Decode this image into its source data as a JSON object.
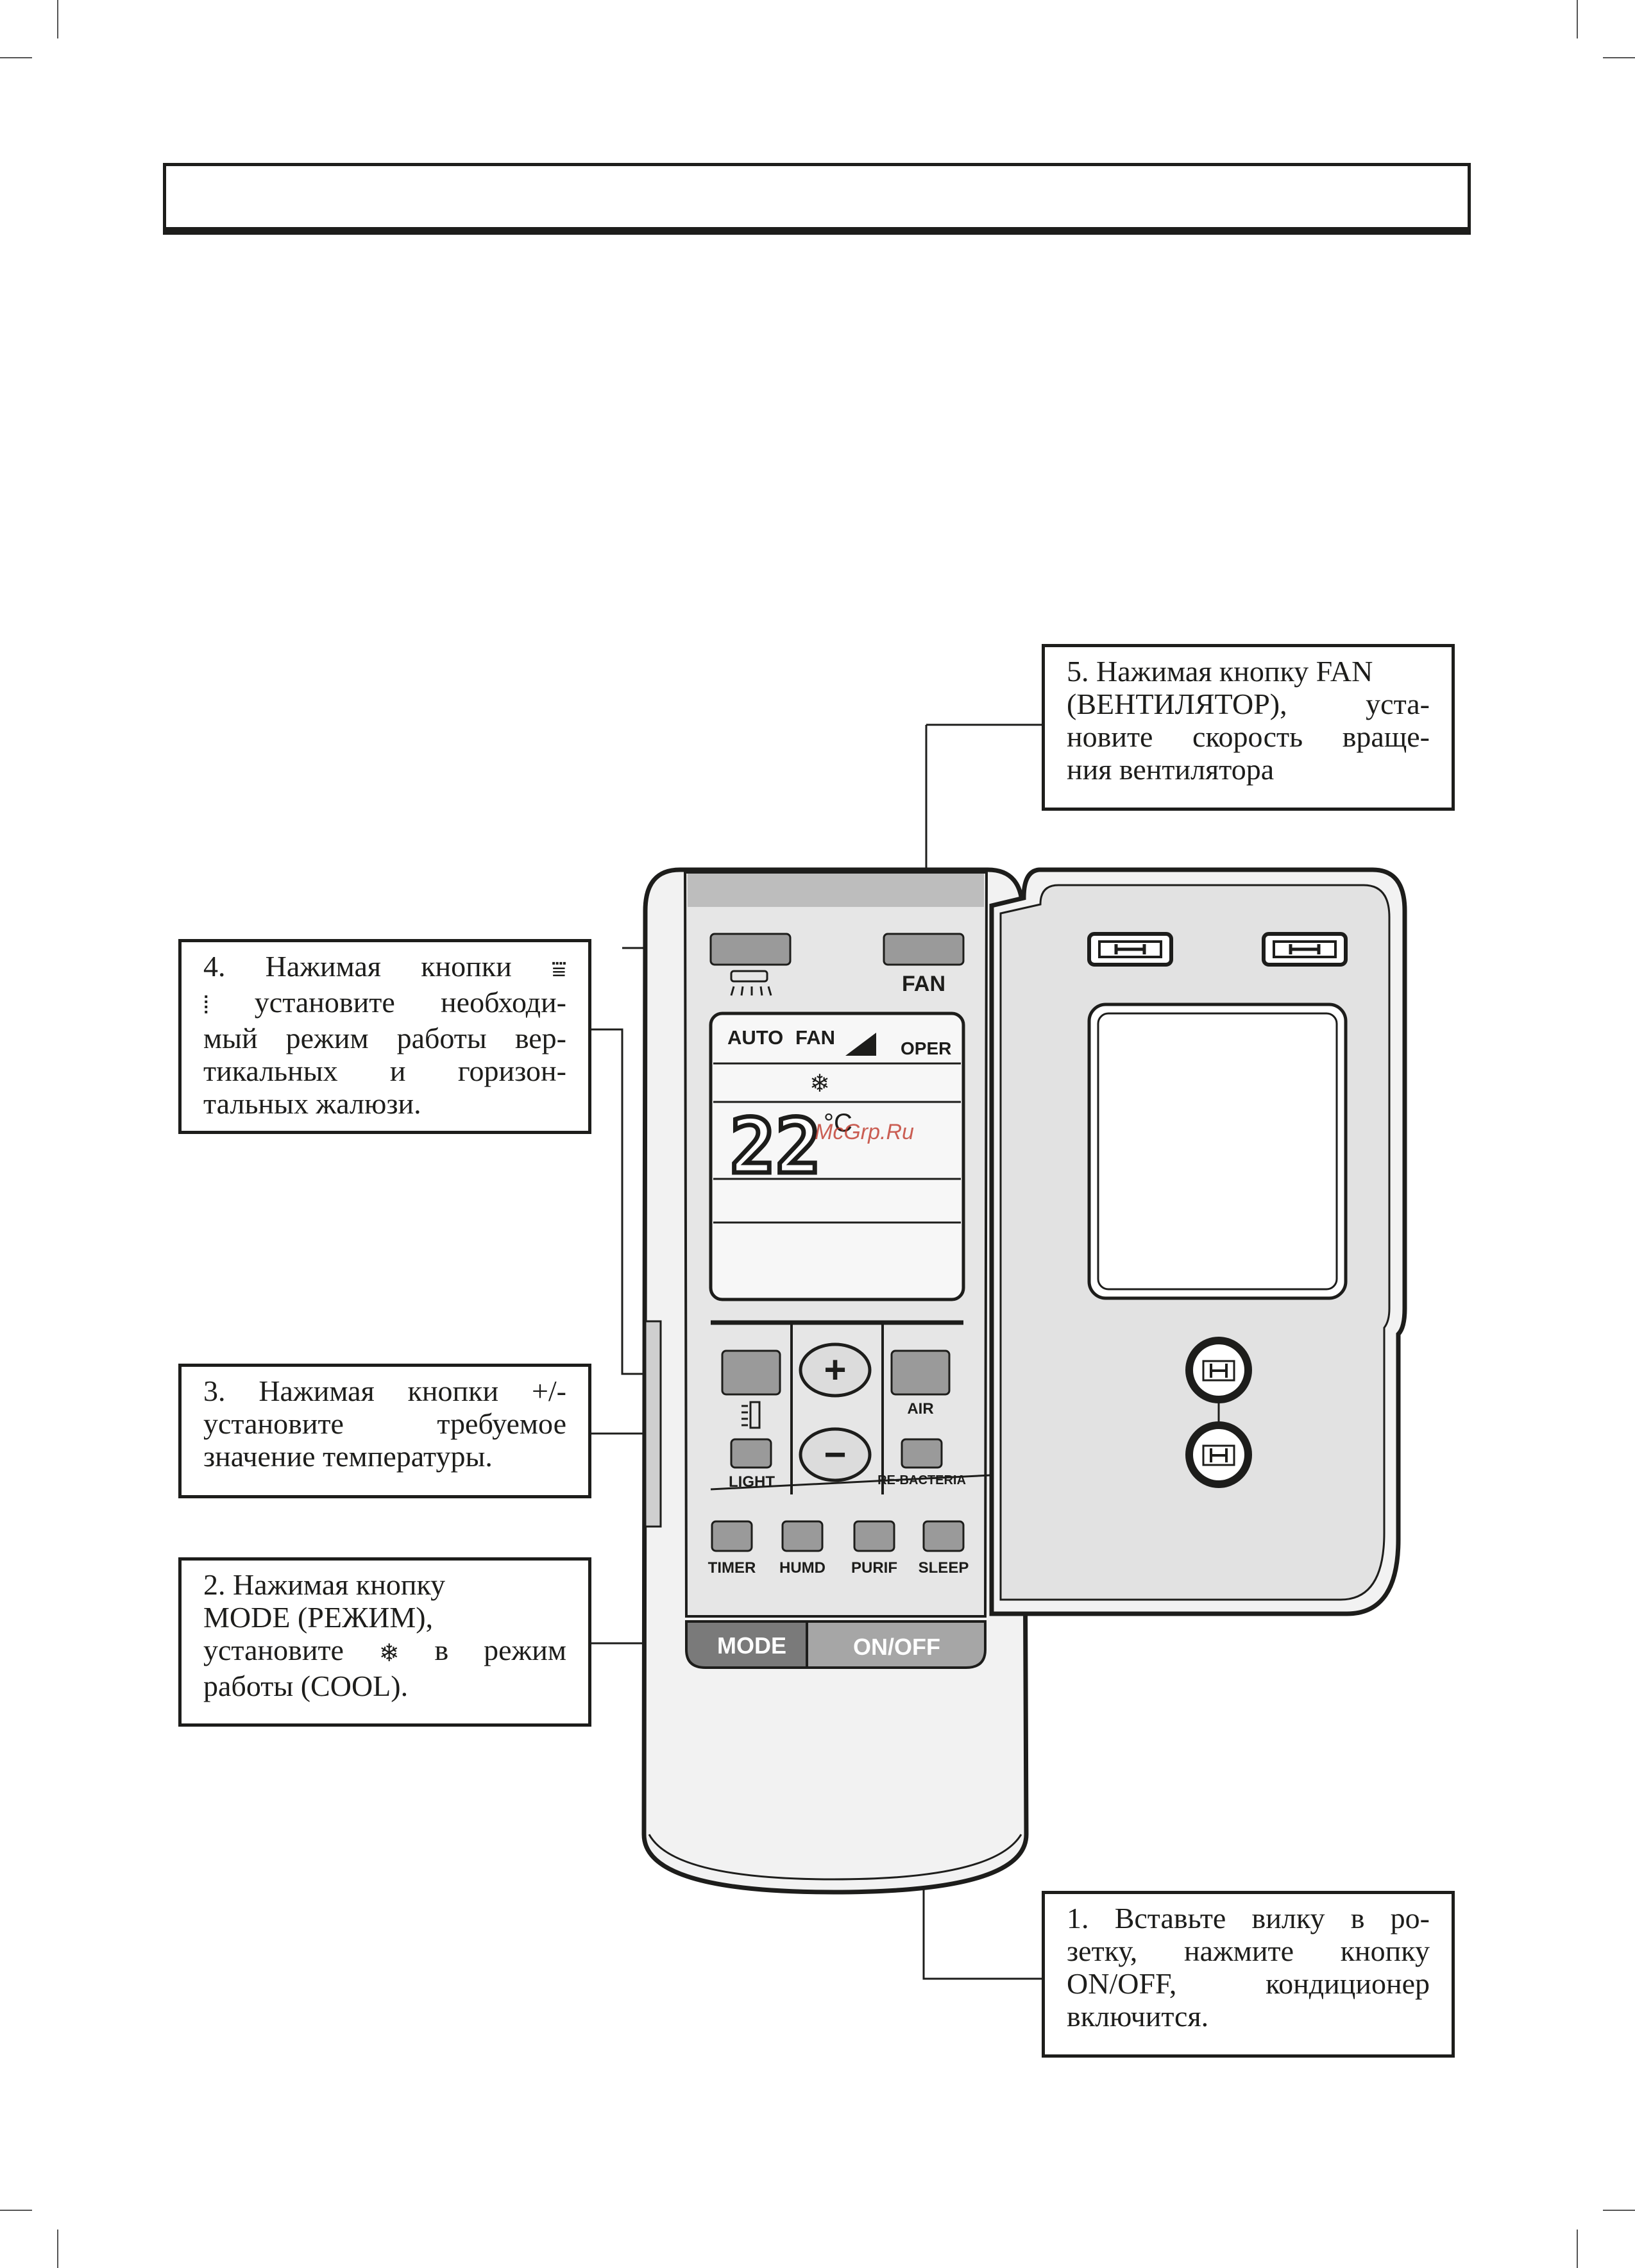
{
  "title_bar": "",
  "remote": {
    "btn_swing_h_icon": "louver-horizontal-icon",
    "btn_fan_label": "FAN",
    "display": {
      "auto": "AUTO",
      "fan": "FAN",
      "oper": "OPER",
      "mode_icon": "snowflake-icon",
      "temperature": "22",
      "unit": "°C"
    },
    "btn_swing_v_icon": "louver-vertical-icon",
    "btn_plus": "+",
    "btn_minus": "−",
    "btn_air": "AIR",
    "btn_light": "LIGHT",
    "btn_rebacteria": "RE-BACTERIA",
    "btn_timer": "TIMER",
    "btn_humd": "HUMD",
    "btn_purif": "PURIF",
    "btn_sleep": "SLEEP",
    "btn_mode": "MODE",
    "btn_onoff": "ON/OFF"
  },
  "watermark": "McGrp.Ru",
  "callouts": {
    "c5": [
      "5. Нажимая кнопку FAN",
      "(ВЕНТИЛЯТОР), уста-",
      "новите скорость враще-",
      "ния вентилятора"
    ],
    "c4": {
      "line1": "4. Нажимая кнопки",
      "line2": "установите необходи-",
      "line3": "мый режим работы вер-",
      "line4": "тикальных и горизон-",
      "line5": "тальных жалюзи."
    },
    "c3": [
      "3. Нажимая кнопки +/-",
      "установите требуемое",
      "значение температуры."
    ],
    "c2": {
      "line1": "2. Нажимая кнопку",
      "line2": "MODE (РЕЖИМ),",
      "line3a": "установите",
      "line3b": "в режим",
      "line4": "работы (COOL)."
    },
    "c1": [
      "1. Вставьте вилку в ро-",
      "зетку, нажмите кнопку",
      "ON/OFF, кондиционер",
      "включится."
    ]
  }
}
